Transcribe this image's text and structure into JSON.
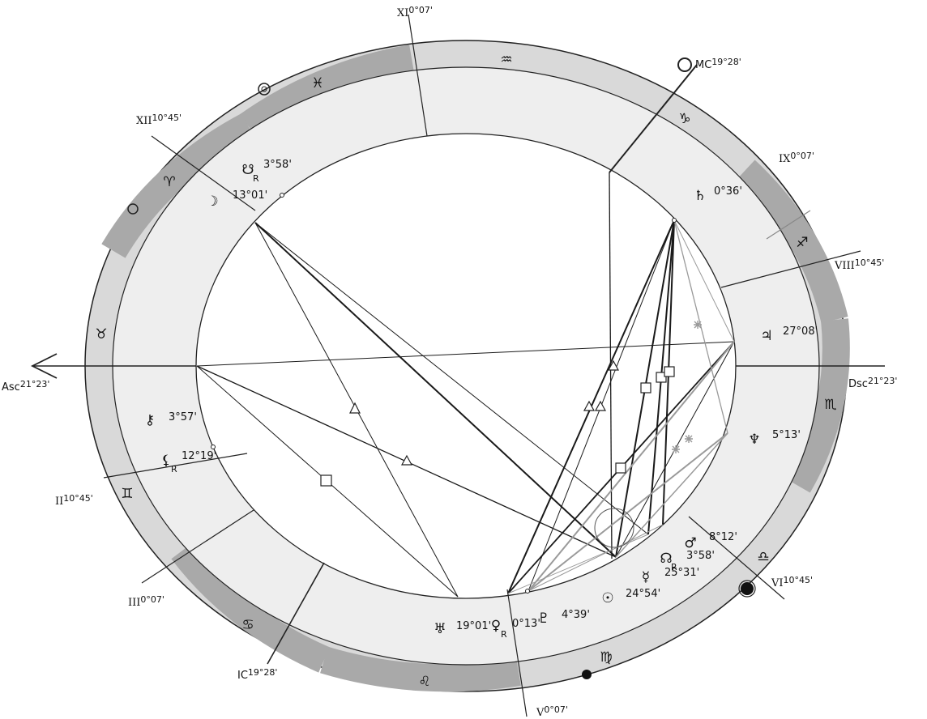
{
  "colors": {
    "zodiac_dark": "#a9a9a9",
    "zodiac_light": "#d9d9d9",
    "house_ring": "#eeeeee",
    "line_dark": "#1a1a1a",
    "line_grey": "#9a9a9a"
  },
  "angles": {
    "asc": {
      "label": "Asc",
      "value": "21°23'"
    },
    "dsc": {
      "label": "Dsc",
      "value": "21°23'"
    },
    "mc": {
      "label": "MC",
      "value": "19°28'"
    },
    "ic": {
      "label": "IC",
      "value": "19°28'"
    }
  },
  "houses": [
    {
      "num": "XI",
      "value": "0°07'"
    },
    {
      "num": "XII",
      "value": "10°45'"
    },
    {
      "num": "IX",
      "value": "0°07'"
    },
    {
      "num": "VIII",
      "value": "10°45'"
    },
    {
      "num": "II",
      "value": "10°45'"
    },
    {
      "num": "III",
      "value": "0°07'"
    },
    {
      "num": "VI",
      "value": "10°45'"
    },
    {
      "num": "V",
      "value": "0°07'"
    }
  ],
  "zodiac": [
    {
      "name": "aquarius",
      "glyph": "♒"
    },
    {
      "name": "capricorn",
      "glyph": "♑"
    },
    {
      "name": "sagittarius",
      "glyph": "♐"
    },
    {
      "name": "scorpio",
      "glyph": "♏"
    },
    {
      "name": "libra",
      "glyph": "♎"
    },
    {
      "name": "virgo",
      "glyph": "♍"
    },
    {
      "name": "leo",
      "glyph": "♌"
    },
    {
      "name": "cancer",
      "glyph": "♋"
    },
    {
      "name": "gemini",
      "glyph": "♊"
    },
    {
      "name": "taurus",
      "glyph": "♉"
    },
    {
      "name": "aries",
      "glyph": "♈"
    },
    {
      "name": "pisces",
      "glyph": "♓"
    }
  ],
  "planets": [
    {
      "name": "node-north",
      "glyph": "☋",
      "sub": "R",
      "value": "3°58'"
    },
    {
      "name": "moon",
      "glyph": "☽",
      "sub": "",
      "value": "13°01'"
    },
    {
      "name": "saturn",
      "glyph": "♄",
      "sub": "",
      "value": "0°36'"
    },
    {
      "name": "jupiter",
      "glyph": "♃",
      "sub": "",
      "value": "27°08'"
    },
    {
      "name": "neptune",
      "glyph": "♆",
      "sub": "",
      "value": "5°13'"
    },
    {
      "name": "mars",
      "glyph": "♂",
      "sub": "",
      "value": "8°12'"
    },
    {
      "name": "node-south",
      "glyph": "☊",
      "sub": "R",
      "value": "3°58'"
    },
    {
      "name": "mercury",
      "glyph": "☿",
      "sub": "",
      "value": "25°31'"
    },
    {
      "name": "sun",
      "glyph": "☉",
      "sub": "",
      "value": "24°54'"
    },
    {
      "name": "pluto",
      "glyph": "♇",
      "sub": "",
      "value": "4°39'"
    },
    {
      "name": "venus",
      "glyph": "♀",
      "sub": "R",
      "value": "0°13'"
    },
    {
      "name": "uranus",
      "glyph": "♅",
      "sub": "",
      "value": "19°01'"
    },
    {
      "name": "chiron",
      "glyph": "⚷",
      "sub": "",
      "value": "3°57'"
    },
    {
      "name": "lilith",
      "glyph": "⚸",
      "sub": "R",
      "value": "12°19'"
    }
  ]
}
